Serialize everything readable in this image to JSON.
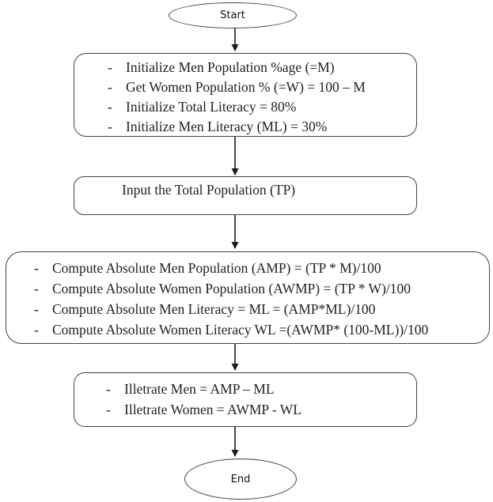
{
  "colors": {
    "background": "#ffffff",
    "node_border": "#434343",
    "text": "#1f1f1f",
    "arrow": "#1a1a1a"
  },
  "bullet": "-",
  "flowchart": {
    "start": {
      "label": "Start"
    },
    "init_box": {
      "items": [
        "Initialize Men Population %age (=M)",
        "Get Women Population % (=W) = 100 – M",
        "Initialize Total Literacy = 80%",
        "Initialize Men Literacy (ML) = 30%"
      ]
    },
    "input_box": {
      "label": "Input the Total Population (TP)"
    },
    "compute_box": {
      "items": [
        "Compute Absolute Men Population (AMP) = (TP * M)/100",
        "Compute Absolute Women Population (AWMP) = (TP * W)/100",
        "Compute Absolute Men Literacy = ML = (AMP*ML)/100",
        "Compute Absolute Women Literacy WL =(AWMP* (100-ML))/100"
      ]
    },
    "result_box": {
      "items": [
        "Illetrate Men = AMP – ML",
        "Illetrate Women = AWMP - WL"
      ]
    },
    "end": {
      "label": "End"
    }
  }
}
